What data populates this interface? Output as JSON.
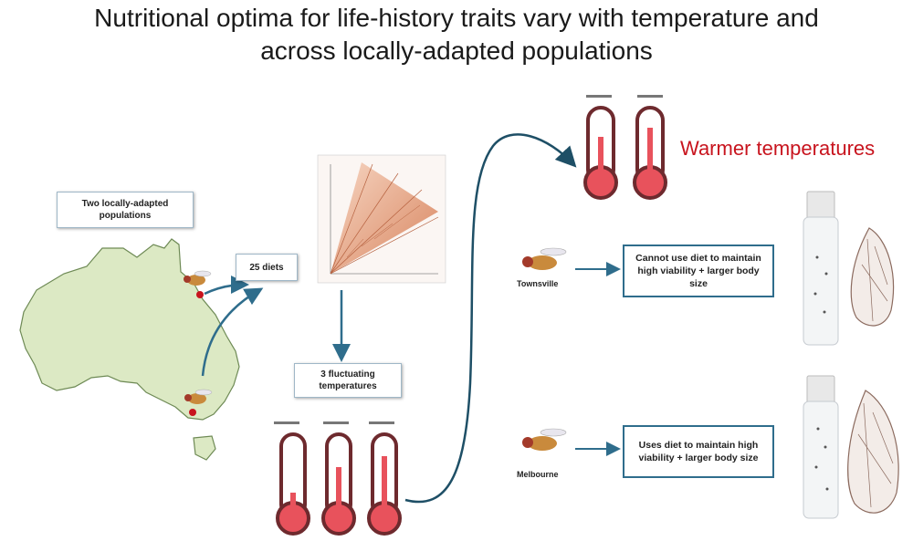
{
  "title_line1": "Nutritional optima for life-history traits vary with temperature and",
  "title_line2": "across locally-adapted populations",
  "populations_box": "Two locally-adapted populations",
  "diets_box": "25 diets",
  "fluctuating_box": "3 fluctuating temperatures",
  "warmer_label": "Warmer temperatures",
  "townsville_label": "Townsville",
  "melbourne_label": "Melbourne",
  "townsville_result": "Cannot use diet to maintain high viability + larger body size",
  "melbourne_result": "Uses diet to maintain high viability + larger body size",
  "colors": {
    "accent_red": "#c8141e",
    "map_fill": "#dce9c4",
    "arrow": "#2f6d8c",
    "thermo_red": "#e8525c"
  }
}
